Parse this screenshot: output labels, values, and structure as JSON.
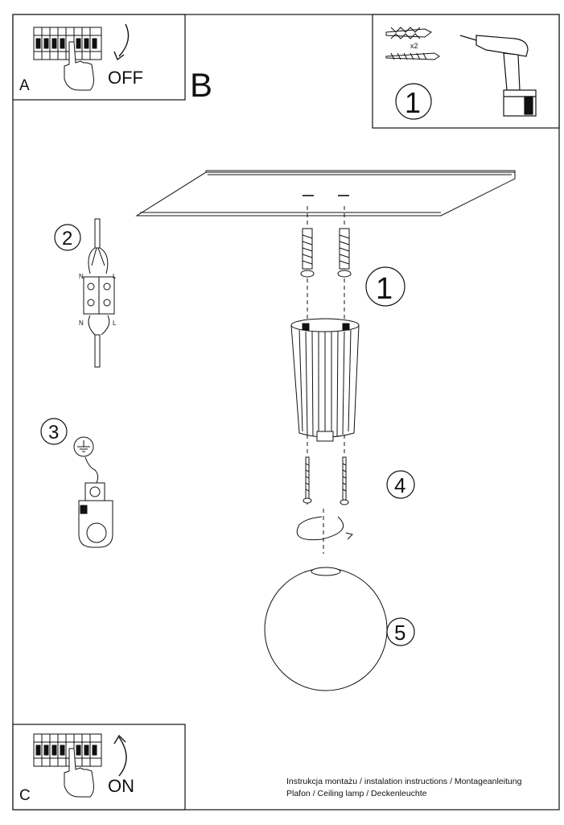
{
  "panels": {
    "a": {
      "letter": "A",
      "action": "OFF"
    },
    "b": {
      "letter": "B"
    },
    "c": {
      "letter": "C",
      "action": "ON"
    }
  },
  "tools": {
    "quantity": "x2",
    "step_number": "1"
  },
  "steps": {
    "mount_screws": "1",
    "wire_connection": "2",
    "grounding": "3",
    "fixing_screws": "4",
    "shade": "5"
  },
  "terminal_labels": {
    "top_left": "N",
    "top_right": "L",
    "bottom_left": "N",
    "bottom_right": "L"
  },
  "footer": {
    "line1": "Instrukcja montażu / instalation instructions / Montageanleitung",
    "line2": "Plafon / Ceiling lamp / Deckenleuchte"
  },
  "colors": {
    "line": "#111111",
    "background": "#ffffff"
  },
  "icons": [
    "circuit-breaker-icon",
    "hand-icon",
    "arrow-icon",
    "wall-plug-icon",
    "screw-icon",
    "drill-icon",
    "ground-symbol-icon"
  ]
}
